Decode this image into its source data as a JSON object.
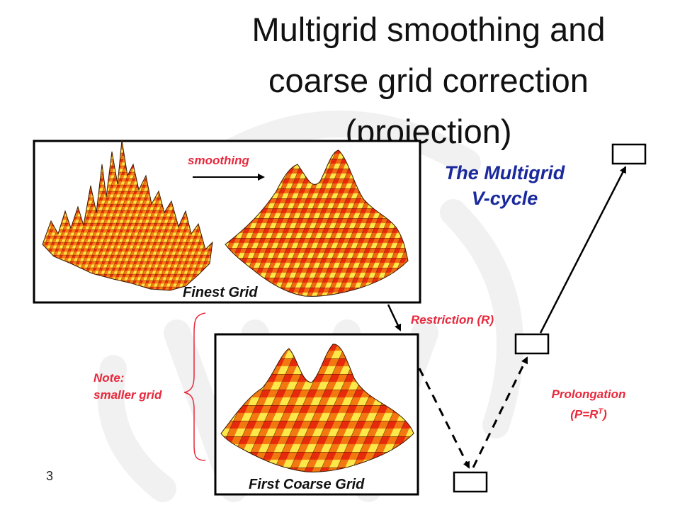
{
  "title_lines": [
    "Multigrid smoothing and",
    "coarse grid correction",
    "(projection)"
  ],
  "labels": {
    "smoothing": "smoothing",
    "finest_grid": "Finest Grid",
    "first_coarse_grid": "First Coarse Grid",
    "vcycle_line1": "The Multigrid",
    "vcycle_line2": "V-cycle",
    "restriction": "Restriction (R)",
    "prolongation_line1": "Prolongation",
    "prolongation_line2_prefix": "(P=R",
    "prolongation_line2_sup": "T",
    "prolongation_line2_suffix": ")",
    "note_line1": "Note:",
    "note_line2": "smaller grid"
  },
  "page_number": "3",
  "colors": {
    "accent_red": "#e8283c",
    "title_blue": "#1a2a9c",
    "surface_red": "#e82a0c",
    "surface_orange": "#f57f14",
    "surface_yellow": "#fde84a",
    "watermark": "#f1f1f1"
  }
}
